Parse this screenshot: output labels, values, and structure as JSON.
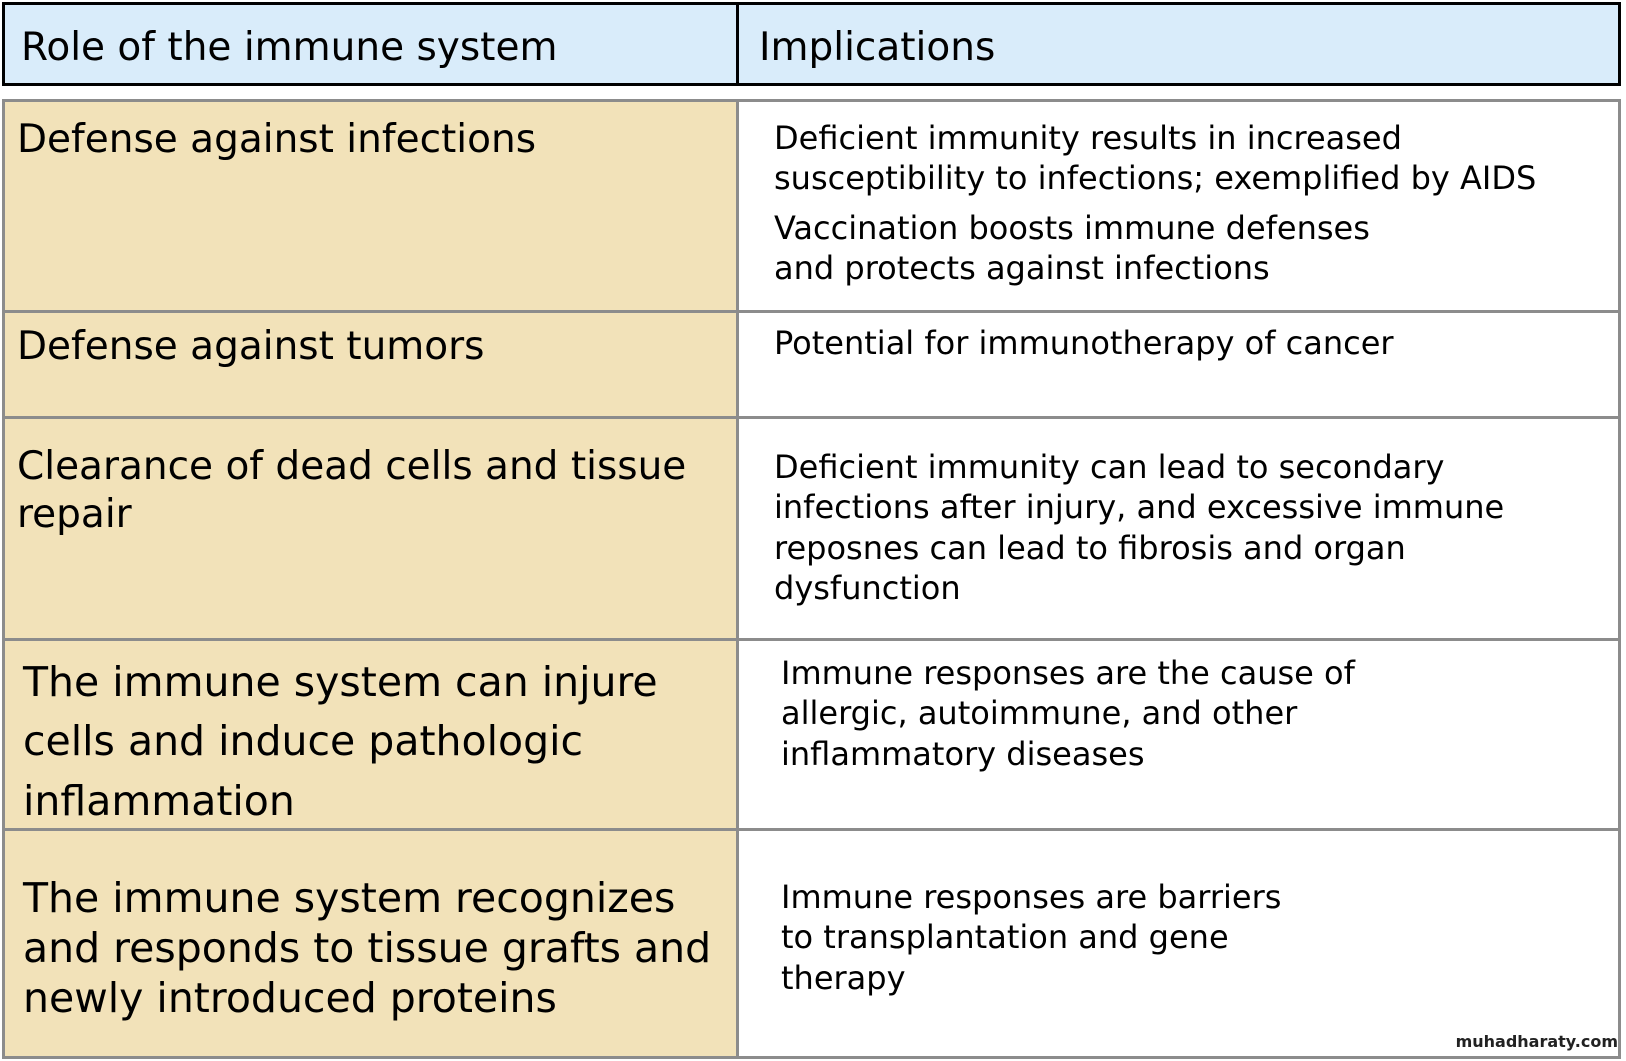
{
  "header": {
    "col1": "Role of the immune system",
    "col2": "Implications"
  },
  "rows": [
    {
      "role": "Defense against infections",
      "implications": [
        "Deficient immunity results in increased susceptibility to infections; exemplified by AIDS",
        "Vaccination boosts immune defenses and protects against infections"
      ]
    },
    {
      "role": "Defense against tumors",
      "implications": [
        "Potential for immunotherapy of cancer"
      ]
    },
    {
      "role": "Clearance of dead cells and tissue repair",
      "implications": [
        "Deficient immunity can lead to secondary infections after injury, and excessive immune reposnes can lead to fibrosis and organ dysfunction"
      ]
    },
    {
      "role": "The immune system can injure cells and induce pathologic inflammation",
      "implications": [
        "Immune responses are the cause of allergic, autoimmune, and other inflammatory diseases"
      ]
    },
    {
      "role": "The immune system recognizes and responds to tissue grafts and newly introduced proteins",
      "implications": [
        "Immune responses are barriers to transplantation and gene therapy"
      ]
    }
  ],
  "watermark": "muhadharaty.com",
  "colors": {
    "header_bg": "#d9ecfa",
    "role_bg": "#f2e2b9",
    "border": "#8c8c8c"
  }
}
